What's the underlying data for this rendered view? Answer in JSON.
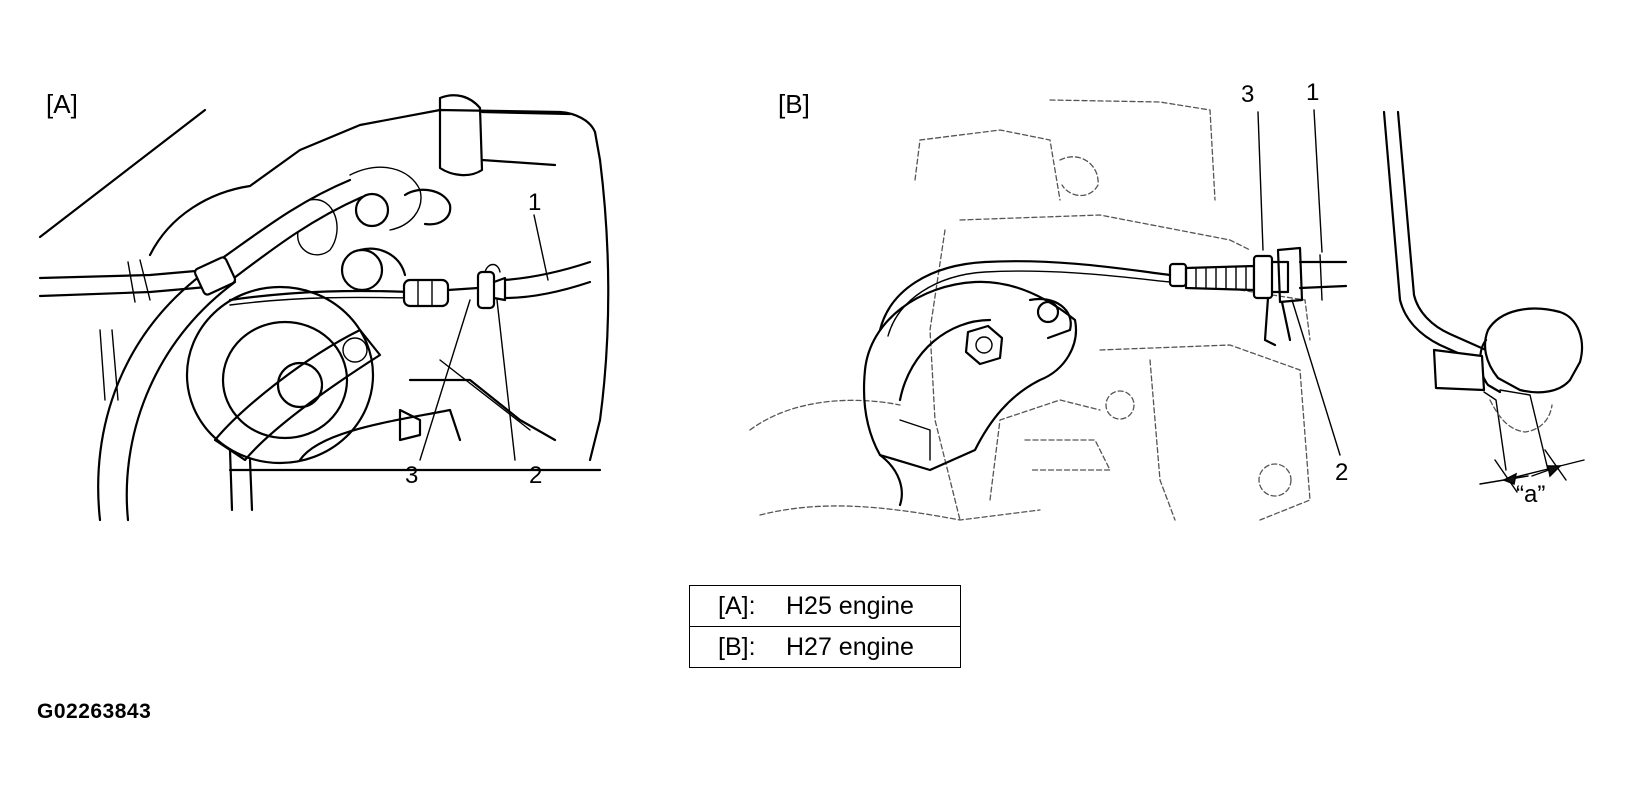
{
  "panels": {
    "a": {
      "tag": "[A]",
      "callouts": {
        "cable": "1",
        "clamp": "2",
        "nut": "3"
      }
    },
    "b": {
      "tag": "[B]",
      "callouts": {
        "cable": "1",
        "clamp": "2",
        "nut": "3"
      },
      "dimension_label": "“a”"
    }
  },
  "legend": [
    {
      "key": "[A]:",
      "value": "H25 engine"
    },
    {
      "key": "[B]:",
      "value": "H27 engine"
    }
  ],
  "figure_id": "G02263843"
}
